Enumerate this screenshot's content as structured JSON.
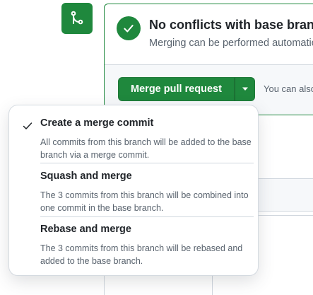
{
  "merge_status": {
    "title": "No conflicts with base branch",
    "subtitle": "Merging can be performed automatically."
  },
  "merge_actions": {
    "merge_button_label": "Merge pull request",
    "hint_text": "You can also merge this with the command line."
  },
  "merge_options": [
    {
      "title": "Create a merge commit",
      "description": "All commits from this branch will be added to the base branch via a merge commit.",
      "selected": true
    },
    {
      "title": "Squash and merge",
      "description": "The 3 commits from this branch will be combined into one commit in the base branch.",
      "selected": false
    },
    {
      "title": "Rebase and merge",
      "description": "The 3 commits from this branch will be rebased and added to the base branch.",
      "selected": false
    }
  ],
  "icons": {
    "badge": "git-merge-icon",
    "status": "check-circle-icon",
    "caret": "triangle-down-icon",
    "selected": "check-icon"
  },
  "colors": {
    "success": "#1f883d",
    "border": "#d0d7de",
    "muted_text": "#59636e",
    "text": "#1f2328"
  }
}
